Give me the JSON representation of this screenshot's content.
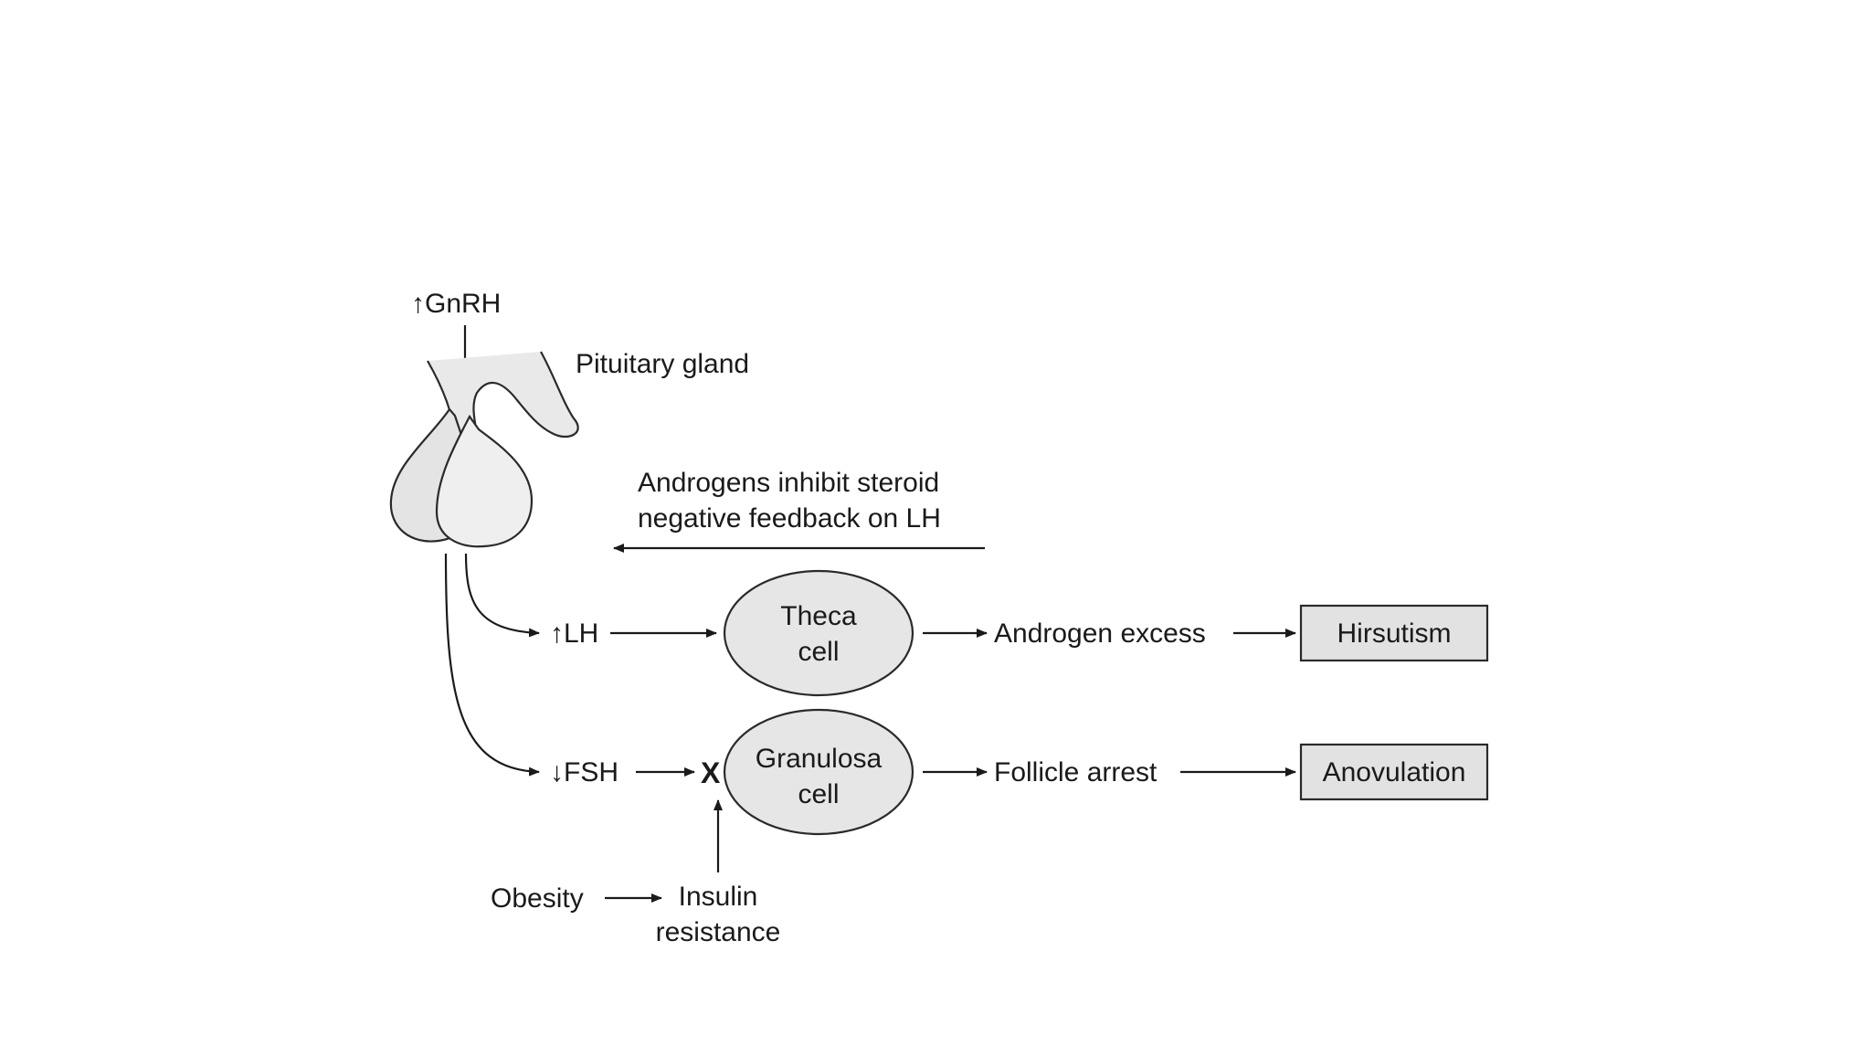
{
  "diagram": {
    "gnrh": {
      "arrow": "↑",
      "text": "GnRH"
    },
    "pituitary_label": "Pituitary gland",
    "feedback_label": [
      "Androgens inhibit steroid",
      "negative feedback on LH"
    ],
    "lh": {
      "arrow": "↑",
      "text": "LH"
    },
    "fsh": {
      "arrow": "↓",
      "text": "FSH"
    },
    "block_mark": "X",
    "theca_cell": [
      "Theca",
      "cell"
    ],
    "granulosa_cell": [
      "Granulosa",
      "cell"
    ],
    "androgen_excess": "Androgen excess",
    "follicle_arrest": "Follicle arrest",
    "hirsutism": "Hirsutism",
    "anovulation": "Anovulation",
    "obesity": "Obesity",
    "insulin_resistance": [
      "Insulin",
      "resistance"
    ],
    "colors": {
      "ink": "#1a1a1a",
      "cell_fill": "#e6e6e6",
      "box_fill": "#e2e2e2",
      "gland_fill": "#e9e9e9"
    }
  }
}
